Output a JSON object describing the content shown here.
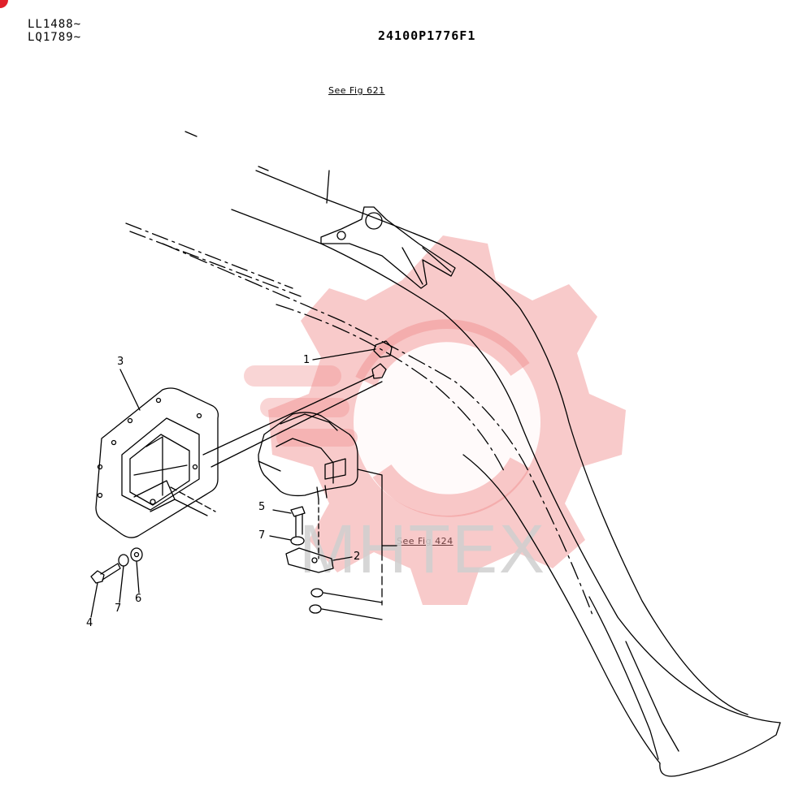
{
  "header": {
    "serial_line_1": "LL1488~",
    "serial_line_2": "LQ1789~",
    "drawing_number": "24100P1776F1"
  },
  "references": {
    "top": "See Fig 621",
    "right": "See Fig 424"
  },
  "callouts": [
    "1",
    "2",
    "3",
    "4",
    "5",
    "6",
    "7",
    "7"
  ],
  "watermark": {
    "text": "MHTEX",
    "color": "#f08a8a"
  },
  "colors": {
    "line": "#000000",
    "corner_badge": "#e0202a"
  }
}
